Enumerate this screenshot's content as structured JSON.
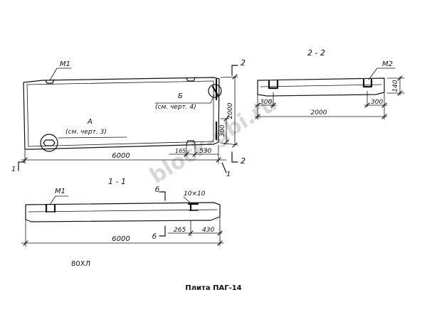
{
  "plan": {
    "label_m1": "M1",
    "section_mark": "2",
    "note_b_letter": "Б",
    "note_b_ref": "(см. черт. 4)",
    "note_a_letter": "А",
    "note_a_ref": "(см. черт. 3)",
    "dim_width": "2000",
    "dim_300": "300",
    "dim_length": "6000",
    "dim_165": "165",
    "dim_530": "530",
    "cut_mark": "1"
  },
  "section_2": {
    "title": "2 - 2",
    "label_m2": "M2",
    "dim_height": "140",
    "dim_300_left": "300",
    "dim_300_right": "300",
    "dim_width": "2000"
  },
  "section_1": {
    "title": "1 - 1",
    "label_m1": "M1",
    "mark_b_top": "б",
    "mark_b_bottom": "б",
    "dim_10x10": "10×10",
    "dim_length": "6000",
    "dim_265": "265",
    "dim_430": "430"
  },
  "material_note": "80ХЛ",
  "caption": "Плита ПАГ-14",
  "watermark": "block-gbi.ru"
}
